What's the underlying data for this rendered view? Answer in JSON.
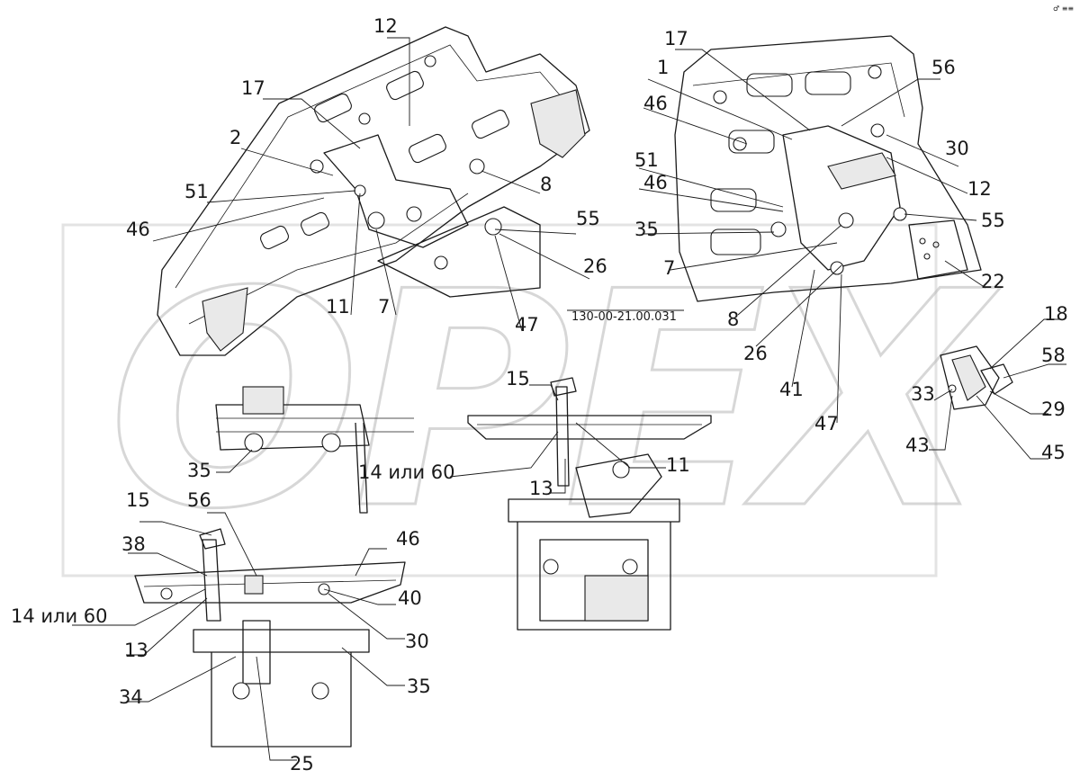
{
  "watermark": "OPEX",
  "corner_mark": "♂ ≡≡",
  "sheet_label": "130-00-21.00.031",
  "callouts": {
    "c12a": "12",
    "c17a": "17",
    "c2": "2",
    "c51a": "51",
    "c46a": "46",
    "c11a": "11",
    "c7a": "7",
    "c8a": "8",
    "c55a": "55",
    "c26a": "26",
    "c47a": "47",
    "c17b": "17",
    "c1": "1",
    "c56a": "56",
    "c46b": "46",
    "c30a": "30",
    "c51b": "51",
    "c46c": "46",
    "c12b": "12",
    "c35a": "35",
    "c55b": "55",
    "c7b": "7",
    "c22": "22",
    "c8b": "8",
    "c26b": "26",
    "c41": "41",
    "c47b": "47",
    "c18": "18",
    "c58": "58",
    "c33": "33",
    "c29": "29",
    "c43": "43",
    "c45": "45",
    "c35b": "35",
    "c15a": "15",
    "c14a": "14 или 60",
    "c13a": "13",
    "c11b": "11",
    "c15b": "15",
    "c56b": "56",
    "c38": "38",
    "c46d": "46",
    "c14b": "14 или 60",
    "c40": "40",
    "c13b": "13",
    "c30b": "30",
    "c34": "34",
    "c35c": "35",
    "c25": "25"
  }
}
